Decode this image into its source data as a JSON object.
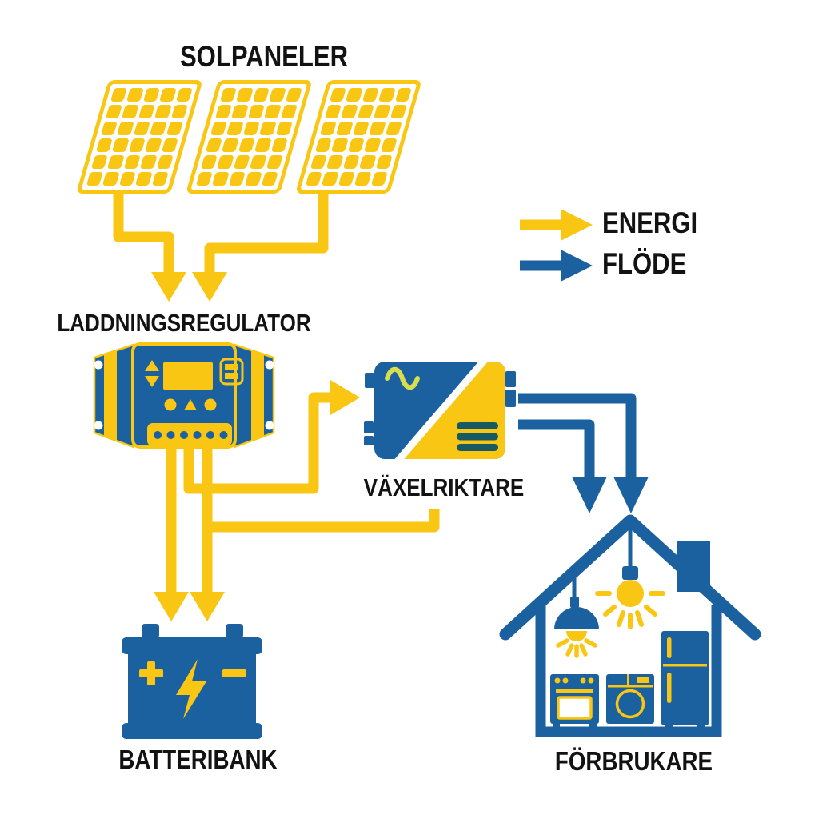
{
  "diagram": {
    "title": "SOLPANELER",
    "legend": {
      "energy_label": "ENERGI",
      "flow_label": "FLÖDE",
      "energy_color": "#F8C613",
      "flow_color": "#1B619F"
    },
    "nodes": {
      "solar_panels": {
        "label": "SOLPANELER",
        "panel_count": 3,
        "cell_columns": 5,
        "cell_rows": 6
      },
      "charge_controller": {
        "label": "LADDNINGSREGULATOR"
      },
      "inverter": {
        "label": "VÄXELRIKTARE"
      },
      "battery_bank": {
        "label": "BATTERIBANK"
      },
      "consumers": {
        "label": "FÖRBRUKARE"
      }
    },
    "flows": [
      {
        "from": "solar_panels",
        "to": "charge_controller",
        "color": "#F8C613",
        "type": "energi"
      },
      {
        "from": "solar_panels",
        "to": "charge_controller",
        "color": "#F8C613",
        "type": "energi"
      },
      {
        "from": "charge_controller",
        "to": "battery_bank",
        "color": "#F8C613",
        "type": "energi"
      },
      {
        "from": "charge_controller",
        "to": "battery_bank",
        "color": "#F8C613",
        "type": "energi"
      },
      {
        "from": "charge_controller",
        "to": "inverter",
        "color": "#F8C613",
        "type": "energi"
      },
      {
        "from": "charge_controller",
        "to": "inverter",
        "color": "#F8C613",
        "type": "energi"
      },
      {
        "from": "inverter",
        "to": "consumers",
        "color": "#1B619F",
        "type": "flöde"
      },
      {
        "from": "inverter",
        "to": "consumers",
        "color": "#1B619F",
        "type": "flöde"
      }
    ],
    "colors": {
      "yellow": "#F8C613",
      "blue": "#1B619F",
      "vent_teal": "#185A63",
      "sine_wave": "#D9DE4F",
      "text": "#121212",
      "background": "#FFFFFF"
    }
  }
}
